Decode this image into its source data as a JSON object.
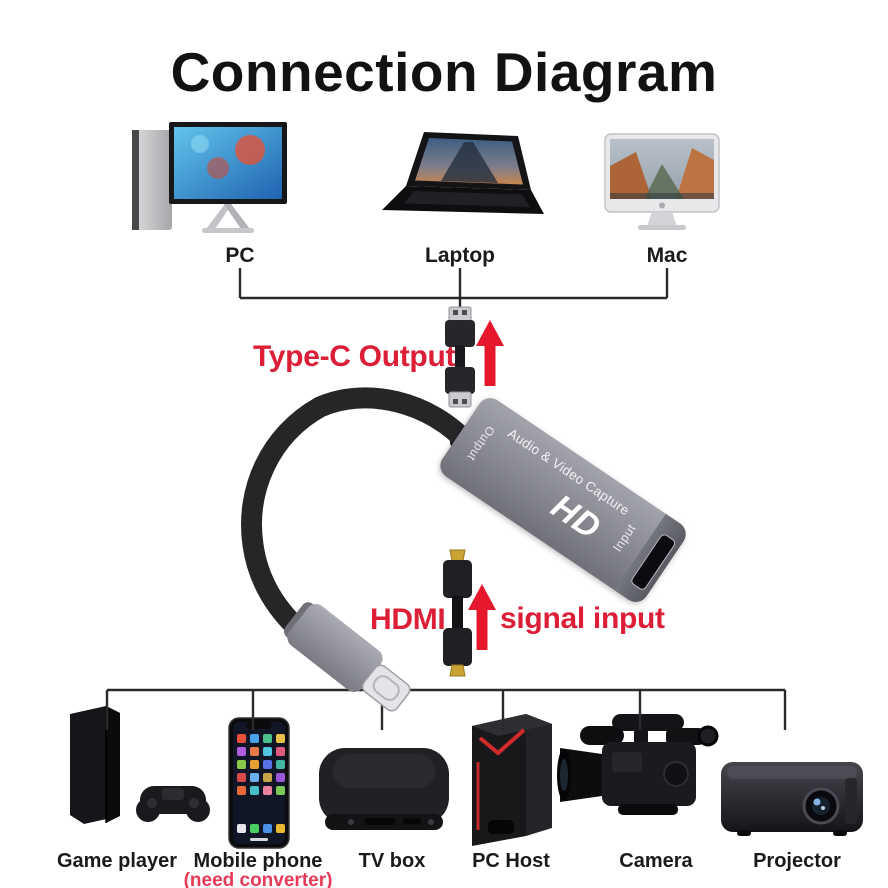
{
  "title": "Connection Diagram",
  "colors": {
    "accent_red": "#DC1E36",
    "note_red": "#E83A58",
    "line_dark": "#2A2A2A",
    "device_gray": "#8A8B93",
    "gold_connector": "#C9A334"
  },
  "sources": {
    "items": [
      {
        "label": "PC",
        "icon": "pc-icon"
      },
      {
        "label": "Laptop",
        "icon": "laptop-icon"
      },
      {
        "label": "Mac",
        "icon": "mac-icon"
      }
    ]
  },
  "annotations": {
    "typec_output": "Type-C Output",
    "hdmi": "HDMI",
    "signal_input": "signal input"
  },
  "capture_device": {
    "brand": "HD",
    "name": "Audio & Video Capture",
    "output_port_label": "Output",
    "input_port_label": "Input"
  },
  "sinks": {
    "items": [
      {
        "label": "Game player",
        "icon": "game-player-icon"
      },
      {
        "label": "Mobile phone",
        "note": "(need converter)",
        "icon": "mobile-phone-icon"
      },
      {
        "label": "TV box",
        "icon": "tv-box-icon"
      },
      {
        "label": "PC Host",
        "icon": "pc-host-icon"
      },
      {
        "label": "Camera",
        "icon": "camera-icon"
      },
      {
        "label": "Projector",
        "icon": "projector-icon"
      }
    ]
  }
}
